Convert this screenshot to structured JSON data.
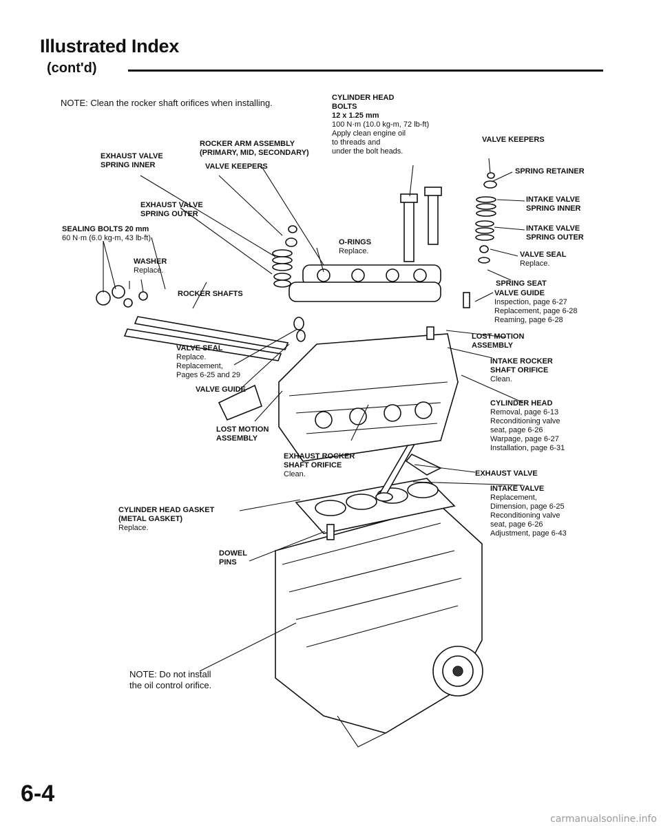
{
  "header": {
    "title": "Illustrated Index",
    "subtitle": "(cont'd)"
  },
  "notes": {
    "top": "NOTE:  Clean the rocker shaft orifices when installing.",
    "bottom": [
      "NOTE:  Do not install",
      "the oil control orifice."
    ]
  },
  "labels": {
    "cylinder_head_bolts": [
      "CYLINDER HEAD",
      "BOLTS",
      "12 x 1.25 mm"
    ],
    "cylinder_head_bolts_detail": [
      "100 N·m (10.0 kg-m, 72 lb-ft)",
      "Apply clean engine oil",
      "to threads and",
      "under the bolt heads."
    ],
    "rocker_arm_assembly": [
      "ROCKER ARM ASSEMBLY",
      "(PRIMARY, MID, SECONDARY)"
    ],
    "valve_keepers_left": "VALVE KEEPERS",
    "valve_keepers_right": "VALVE KEEPERS",
    "exhaust_valve_spring_inner": [
      "EXHAUST VALVE",
      "SPRING INNER"
    ],
    "exhaust_valve_spring_outer": [
      "EXHAUST VALVE",
      "SPRING OUTER"
    ],
    "sealing_bolts": "SEALING BOLTS 20 mm",
    "sealing_bolts_torque": "60 N·m (6.0 kg-m, 43 lb-ft)",
    "washer": "WASHER",
    "washer_note": "Replace.",
    "o_rings": "O-RINGS",
    "o_rings_note": "Replace.",
    "rocker_shafts": "ROCKER SHAFTS",
    "spring_retainer": "SPRING RETAINER",
    "intake_valve_spring_inner": [
      "INTAKE VALVE",
      "SPRING INNER"
    ],
    "intake_valve_spring_outer": [
      "INTAKE VALVE",
      "SPRING OUTER"
    ],
    "valve_seal_right": "VALVE SEAL",
    "valve_seal_right_note": "Replace.",
    "spring_seat": "SPRING SEAT",
    "valve_guide_right": "VALVE GUIDE",
    "valve_guide_right_notes": [
      "Inspection, page 6-27",
      "Replacement, page 6-28",
      "Reaming, page 6-28"
    ],
    "lost_motion_right": [
      "LOST MOTION",
      "ASSEMBLY"
    ],
    "valve_seal_left": "VALVE SEAL",
    "valve_seal_left_notes": [
      "Replace.",
      "Replacement,",
      "Pages 6-25 and 29"
    ],
    "valve_guide_left": "VALVE GUIDE",
    "intake_rocker_orifice": [
      "INTAKE ROCKER",
      "SHAFT ORIFICE"
    ],
    "intake_rocker_orifice_note": "Clean.",
    "cylinder_head": "CYLINDER HEAD",
    "cylinder_head_notes": [
      "Removal, page 6-13",
      "Reconditioning valve",
      "seat, page 6-26",
      "Warpage, page 6-27",
      "Installation, page 6-31"
    ],
    "lost_motion_left": [
      "LOST MOTION",
      "ASSEMBLY"
    ],
    "exhaust_rocker_orifice": [
      "EXHAUST ROCKER",
      "SHAFT ORIFICE"
    ],
    "exhaust_rocker_orifice_note": "Clean.",
    "exhaust_valve": "EXHAUST VALVE",
    "intake_valve": "INTAKE VALVE",
    "intake_valve_notes": [
      "Replacement,",
      "Dimension, page 6-25",
      "Reconditioning valve",
      "seat, page 6-26",
      "Adjustment, page 6-43"
    ],
    "head_gasket": [
      "CYLINDER HEAD GASKET",
      "(METAL GASKET)"
    ],
    "head_gasket_note": "Replace.",
    "dowel_pins": [
      "DOWEL",
      "PINS"
    ]
  },
  "page_number": "6-4",
  "footer": "carmanualsonline.info"
}
